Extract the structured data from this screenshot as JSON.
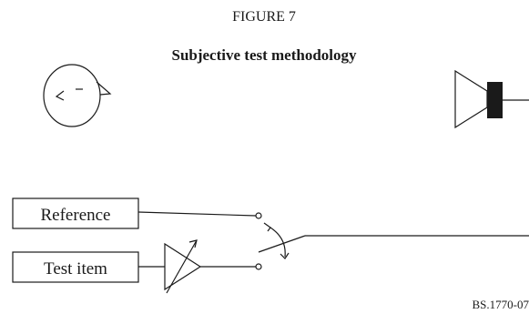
{
  "figure": {
    "number": "FIGURE 7",
    "title": "Subjective test methodology",
    "reference_label": "Reference",
    "test_item_label": "Test item",
    "figure_id": "BS.1770-07"
  },
  "icons": {
    "listener": "head-icon",
    "loudspeaker": "loudspeaker-icon",
    "gain": "variable-gain-amplifier-icon",
    "switch": "switch-icon"
  }
}
